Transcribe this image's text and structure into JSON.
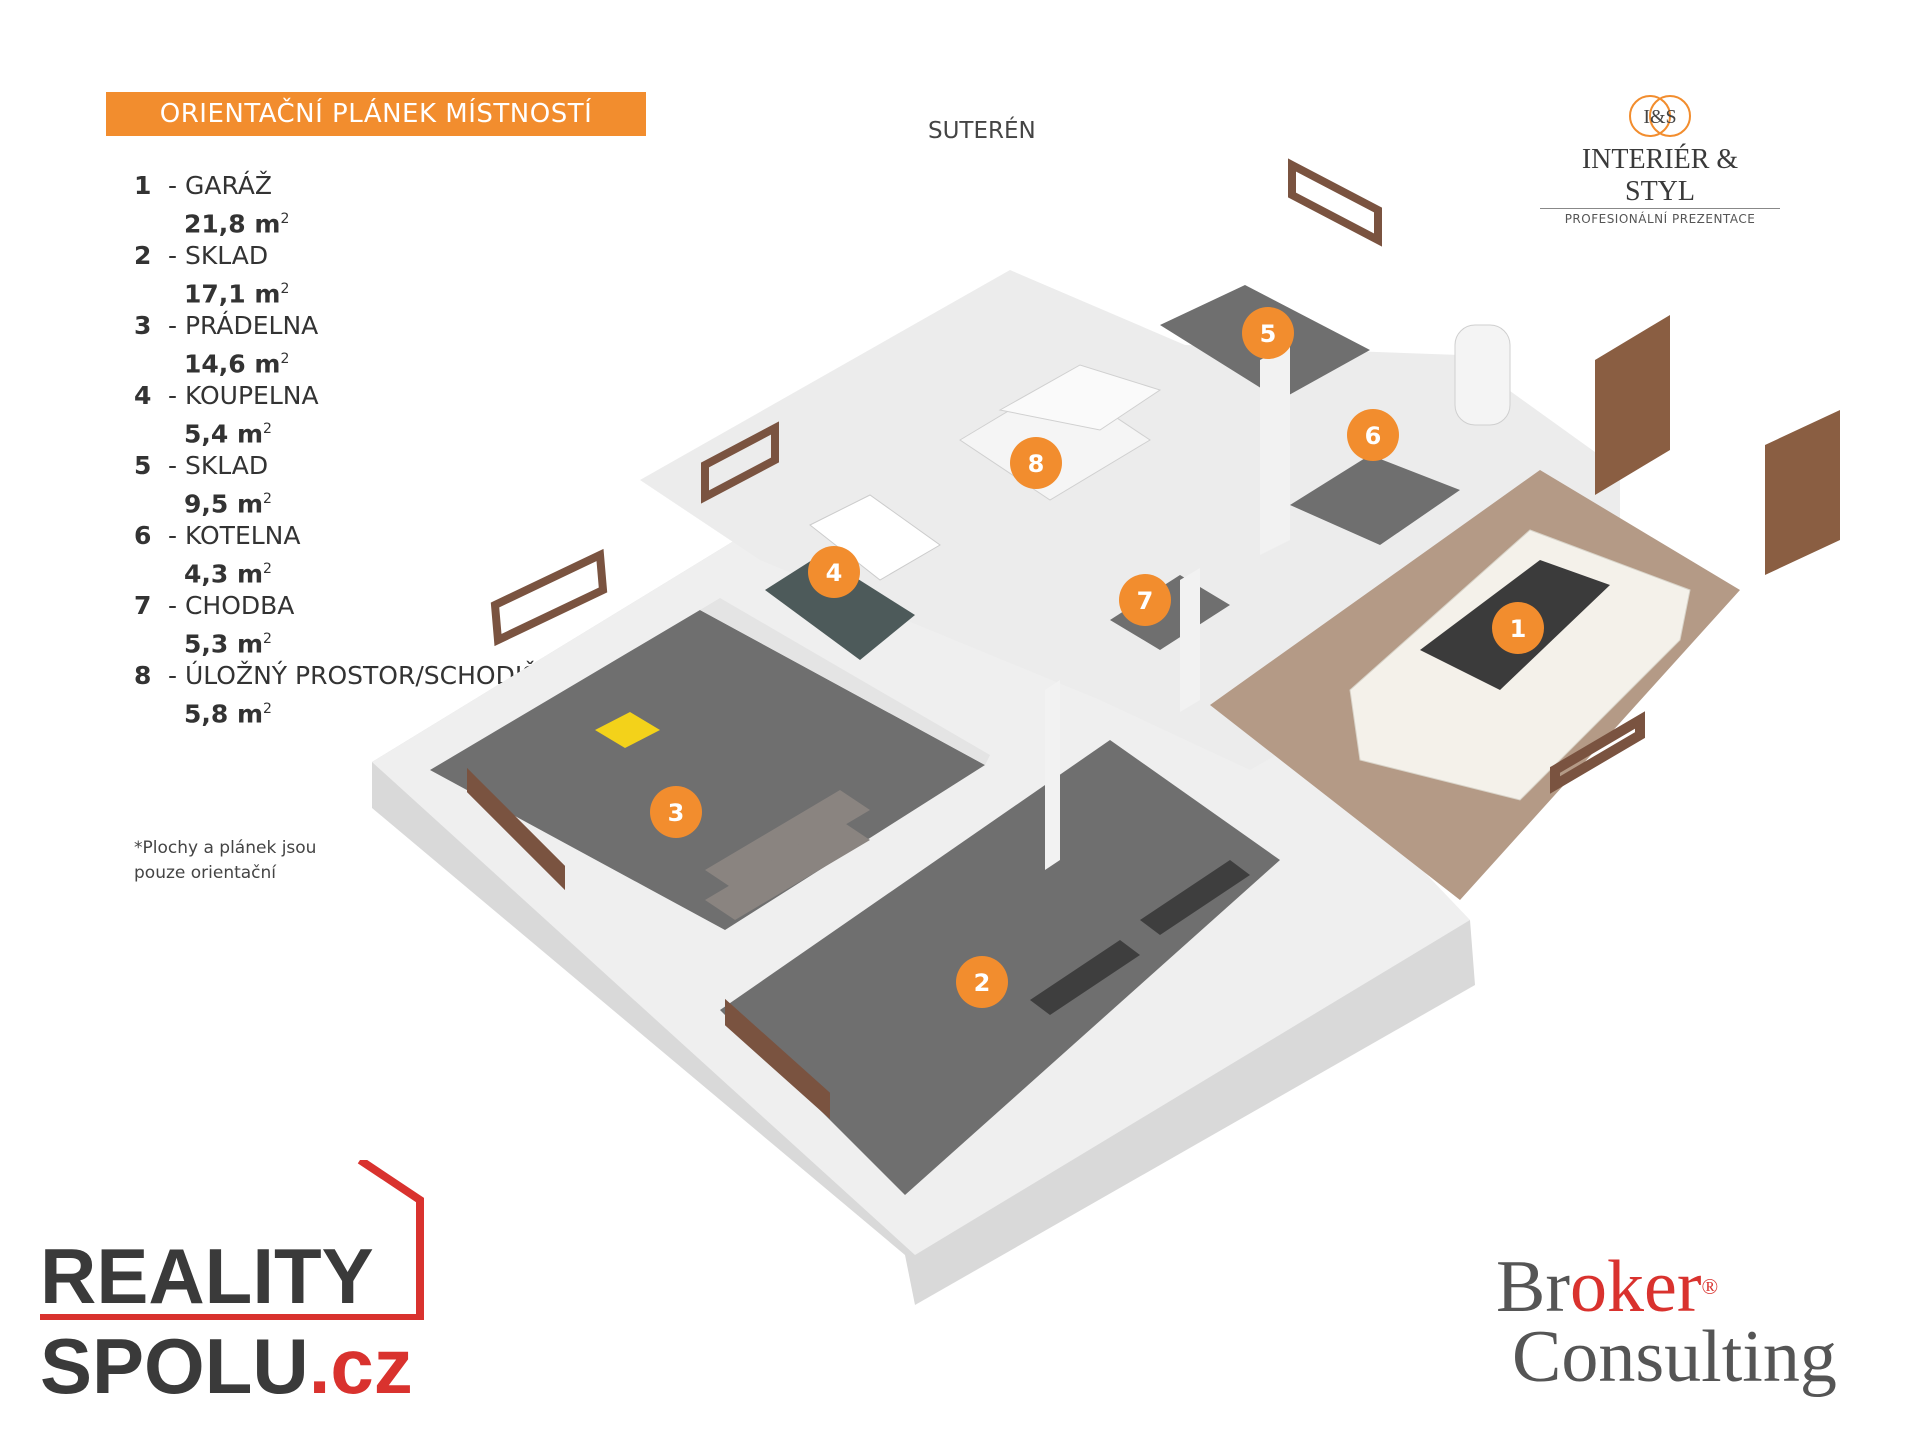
{
  "header": {
    "title": "ORIENTAČNÍ PLÁNEK MÍSTNOSTÍ",
    "floor": "SUTERÉN"
  },
  "rooms": [
    {
      "num": "1",
      "name": "- GARÁŽ",
      "area": "21,8 m"
    },
    {
      "num": "2",
      "name": "- SKLAD",
      "area": "17,1 m"
    },
    {
      "num": "3",
      "name": "- PRÁDELNA",
      "area": "14,6 m"
    },
    {
      "num": "4",
      "name": "- KOUPELNA",
      "area": "5,4 m"
    },
    {
      "num": "5",
      "name": "- SKLAD",
      "area": "9,5 m"
    },
    {
      "num": "6",
      "name": "- KOTELNA",
      "area": "4,3 m"
    },
    {
      "num": "7",
      "name": "- CHODBA",
      "area": "5,3 m"
    },
    {
      "num": "8",
      "name": "- ÚLOŽNÝ PROSTOR/SCHODIŠTĚ",
      "area": "5,8 m"
    }
  ],
  "area_superscript": "2",
  "note": {
    "line1": "*Plochy  a plánek jsou",
    "line2": "pouze orientační"
  },
  "logo_is": {
    "mark": "I&S",
    "brand": "INTERIÉR & STYL",
    "tagline": "PROFESIONÁLNÍ PREZENTACE"
  },
  "logo_reality": {
    "line1": "REALITY",
    "line2": "SPOLU",
    "suffix": ".cz"
  },
  "logo_broker": {
    "line1_a": "Br",
    "line1_b": "oker",
    "line2": "Consulting",
    "reg": "®"
  },
  "markers": [
    "1",
    "2",
    "3",
    "4",
    "5",
    "6",
    "7",
    "8"
  ],
  "colors": {
    "accent": "#f28d2e",
    "floor_grey": "#6f6f6f",
    "wall": "#e6e6e6",
    "garage_floor": "#b49a86",
    "reality_red": "#d9322e"
  }
}
